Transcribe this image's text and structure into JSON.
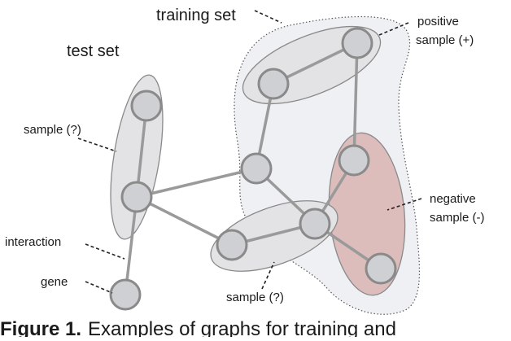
{
  "diagram": {
    "labels": {
      "training_set": "training set",
      "test_set": "test set",
      "positive_sample_line1": "positive",
      "positive_sample_line2": "sample (+)",
      "sample_q_left": "sample (?)",
      "negative_sample_line1": "negative",
      "negative_sample_line2": "sample (-)",
      "interaction": "interaction",
      "gene": "gene",
      "sample_q_bottom": "sample (?)"
    },
    "caption": {
      "figure_label": "Figure 1.",
      "text": "Examples of graphs for training and"
    },
    "colors": {
      "training_region_fill": "#eef0f4",
      "sample_group_fill": "#e3e3e6",
      "negative_group_fill": "#ddbcbc",
      "node_fill": "#cfd0d3",
      "node_stroke": "#8a8a8a",
      "edge": "#9a9a9a"
    }
  }
}
